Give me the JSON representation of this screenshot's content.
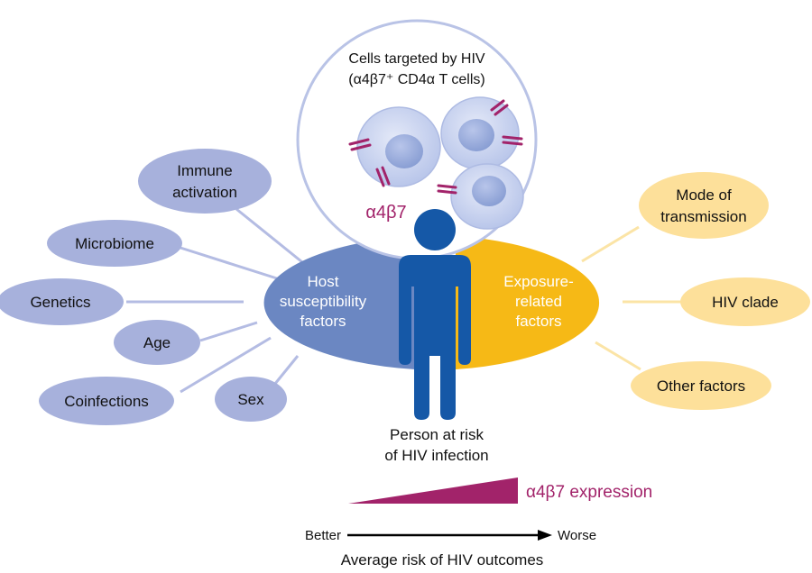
{
  "cells_title_line1": "Cells targeted by HIV",
  "cells_title_line2": "(α4β7⁺ CD4α T cells)",
  "receptor_label": "α4β7",
  "host_label_lines": [
    "Host",
    "susceptibility",
    "factors"
  ],
  "exposure_label_lines": [
    "Exposure-",
    "related",
    "factors"
  ],
  "host_factors": [
    {
      "lines": [
        "Immune",
        "activation"
      ]
    },
    {
      "lines": [
        "Microbiome"
      ]
    },
    {
      "lines": [
        "Genetics"
      ]
    },
    {
      "lines": [
        "Age"
      ]
    },
    {
      "lines": [
        "Coinfections"
      ]
    },
    {
      "lines": [
        "Sex"
      ]
    }
  ],
  "exposure_factors": [
    {
      "lines": [
        "Mode of",
        "transmission"
      ]
    },
    {
      "lines": [
        "HIV clade"
      ]
    },
    {
      "lines": [
        "Other factors"
      ]
    }
  ],
  "person_label_line1": "Person at risk",
  "person_label_line2": "of HIV infection",
  "expression_label": "α4β7 expression",
  "scale_left": "Better",
  "scale_right": "Worse",
  "scale_caption": "Average risk of HIV outcomes",
  "colors": {
    "host_dark": "#6b87c2",
    "host_light": "#a7b1dc",
    "host_line": "#b4bce3",
    "exposure_dark": "#f6b916",
    "exposure_light": "#fde09a",
    "exposure_line": "#fbe4a6",
    "person": "#1558a7",
    "receptor": "#a2236a",
    "cell_fill": "#cbd5ef",
    "cell_nucleus": "#9eafdb"
  }
}
